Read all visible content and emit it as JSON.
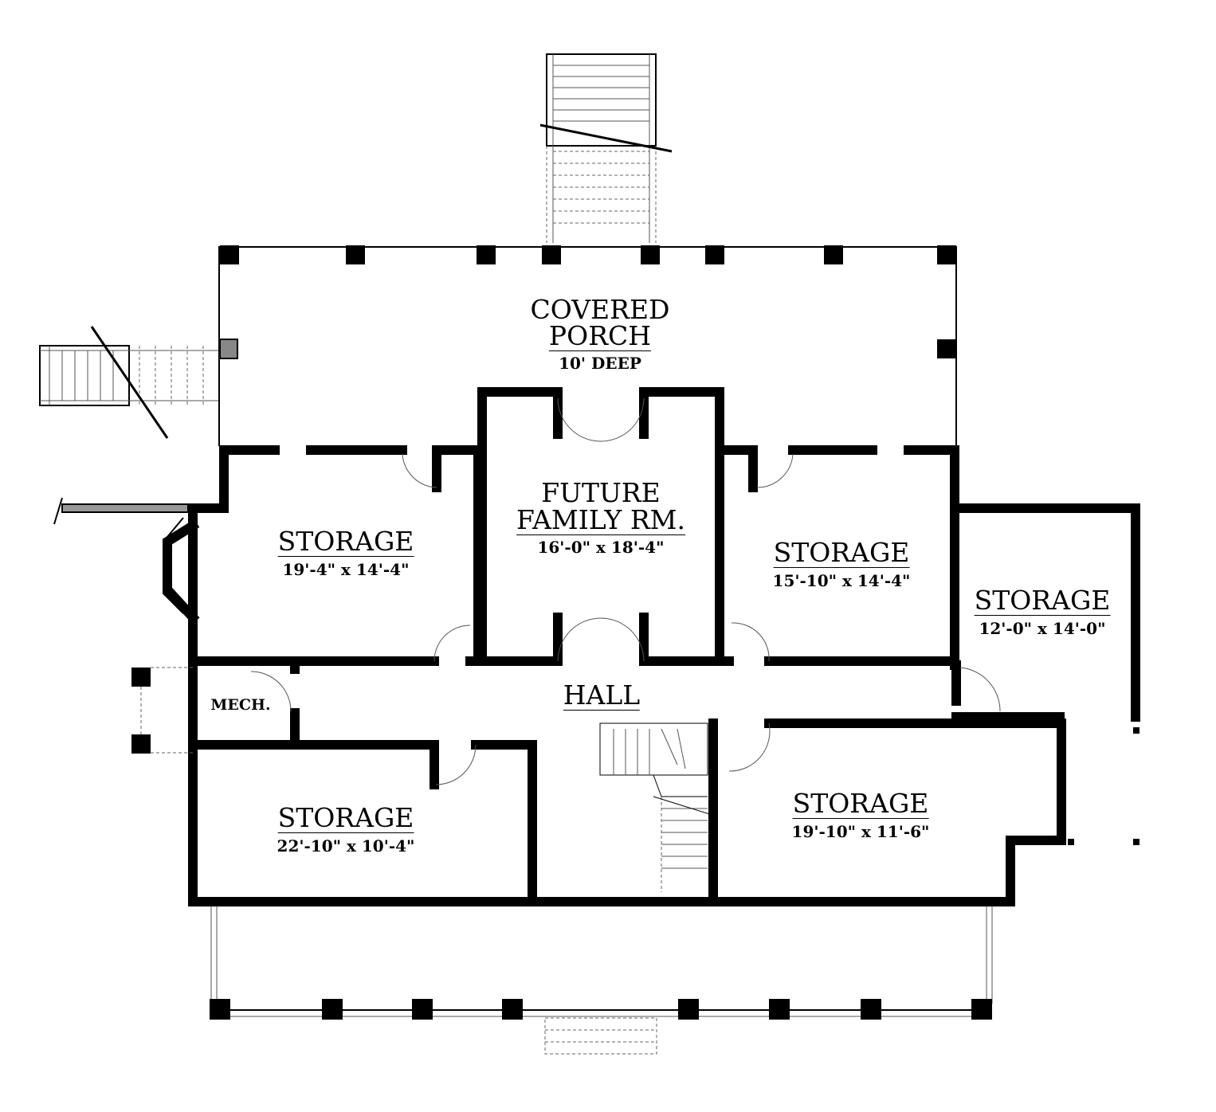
{
  "rooms": {
    "porch": {
      "name_line1": "COVERED",
      "name_line2": "PORCH",
      "size": "10' DEEP"
    },
    "family": {
      "name_line1": "FUTURE",
      "name_line2": "FAMILY RM.",
      "size": "16'-0\" x 18'-4\""
    },
    "storage_top_left": {
      "name": "STORAGE",
      "size": "19'-4\" x 14'-4\""
    },
    "storage_top_right": {
      "name": "STORAGE",
      "size": "15'-10\" x 14'-4\""
    },
    "storage_far_right": {
      "name": "STORAGE",
      "size": "12'-0\" x 14'-0\""
    },
    "hall": {
      "name": "HALL"
    },
    "mech": {
      "name": "MECH."
    },
    "storage_bottom_left": {
      "name": "STORAGE",
      "size": "22'-10\" x 10'-4\""
    },
    "storage_bottom_right": {
      "name": "STORAGE",
      "size": "19'-10\" x 11'-6\""
    }
  }
}
